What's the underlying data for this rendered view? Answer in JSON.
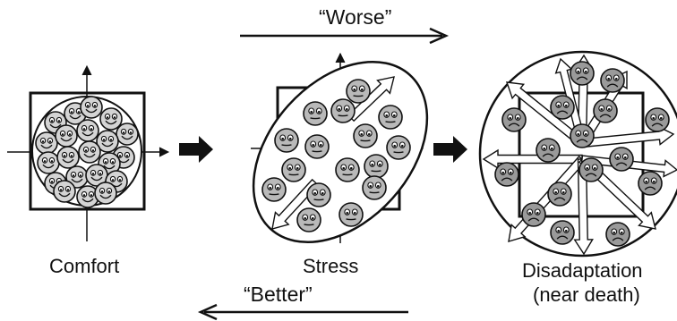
{
  "labels": {
    "worse": "“Worse”",
    "better": "“Better”",
    "comfort": "Comfort",
    "stress": "Stress",
    "disadaptation": "Disadaptation",
    "near_death": "(near death)"
  },
  "colors": {
    "ink": "#111111",
    "happy_face": "#d4d4d4",
    "stressed_face": "#b9b9b9",
    "sad_face": "#9a9a9a",
    "background": "#ffffff"
  },
  "icons": {
    "happy_face": "smiley-face-icon",
    "neutral_face": "neutral-face-icon",
    "sad_face": "sad-face-icon"
  }
}
